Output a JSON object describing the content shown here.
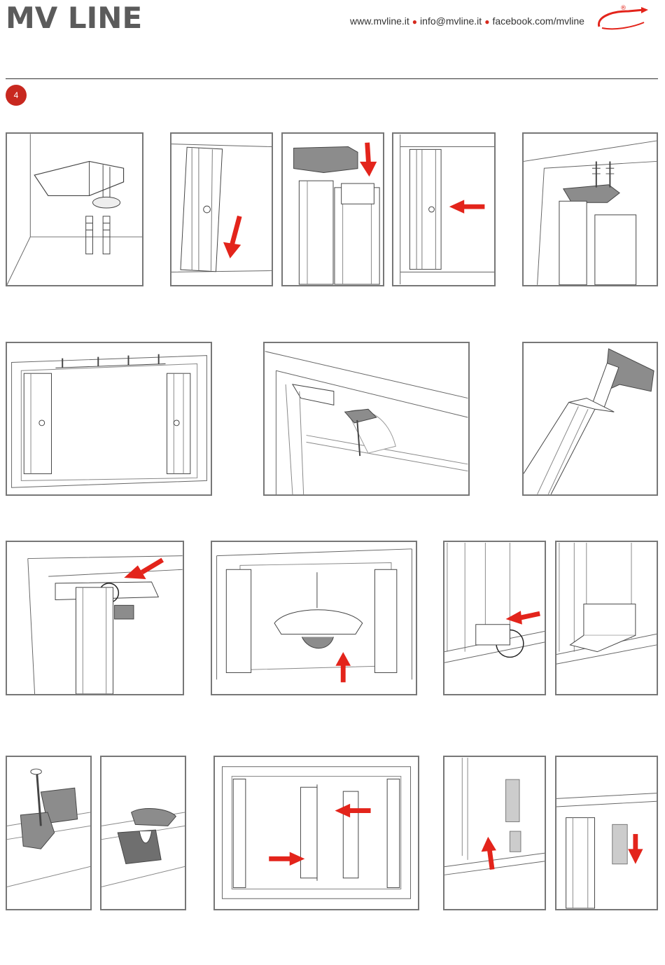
{
  "header": {
    "brand": "MV LINE",
    "website": "www.mvline.it",
    "email": "info@mvline.it",
    "facebook": "facebook.com/mvline",
    "registered_mark": "®"
  },
  "step": {
    "number": "4"
  },
  "colors": {
    "accent_red": "#e3241b",
    "badge_red": "#c8281f",
    "part_gray": "#8c8c8c",
    "line_gray": "#555555"
  }
}
